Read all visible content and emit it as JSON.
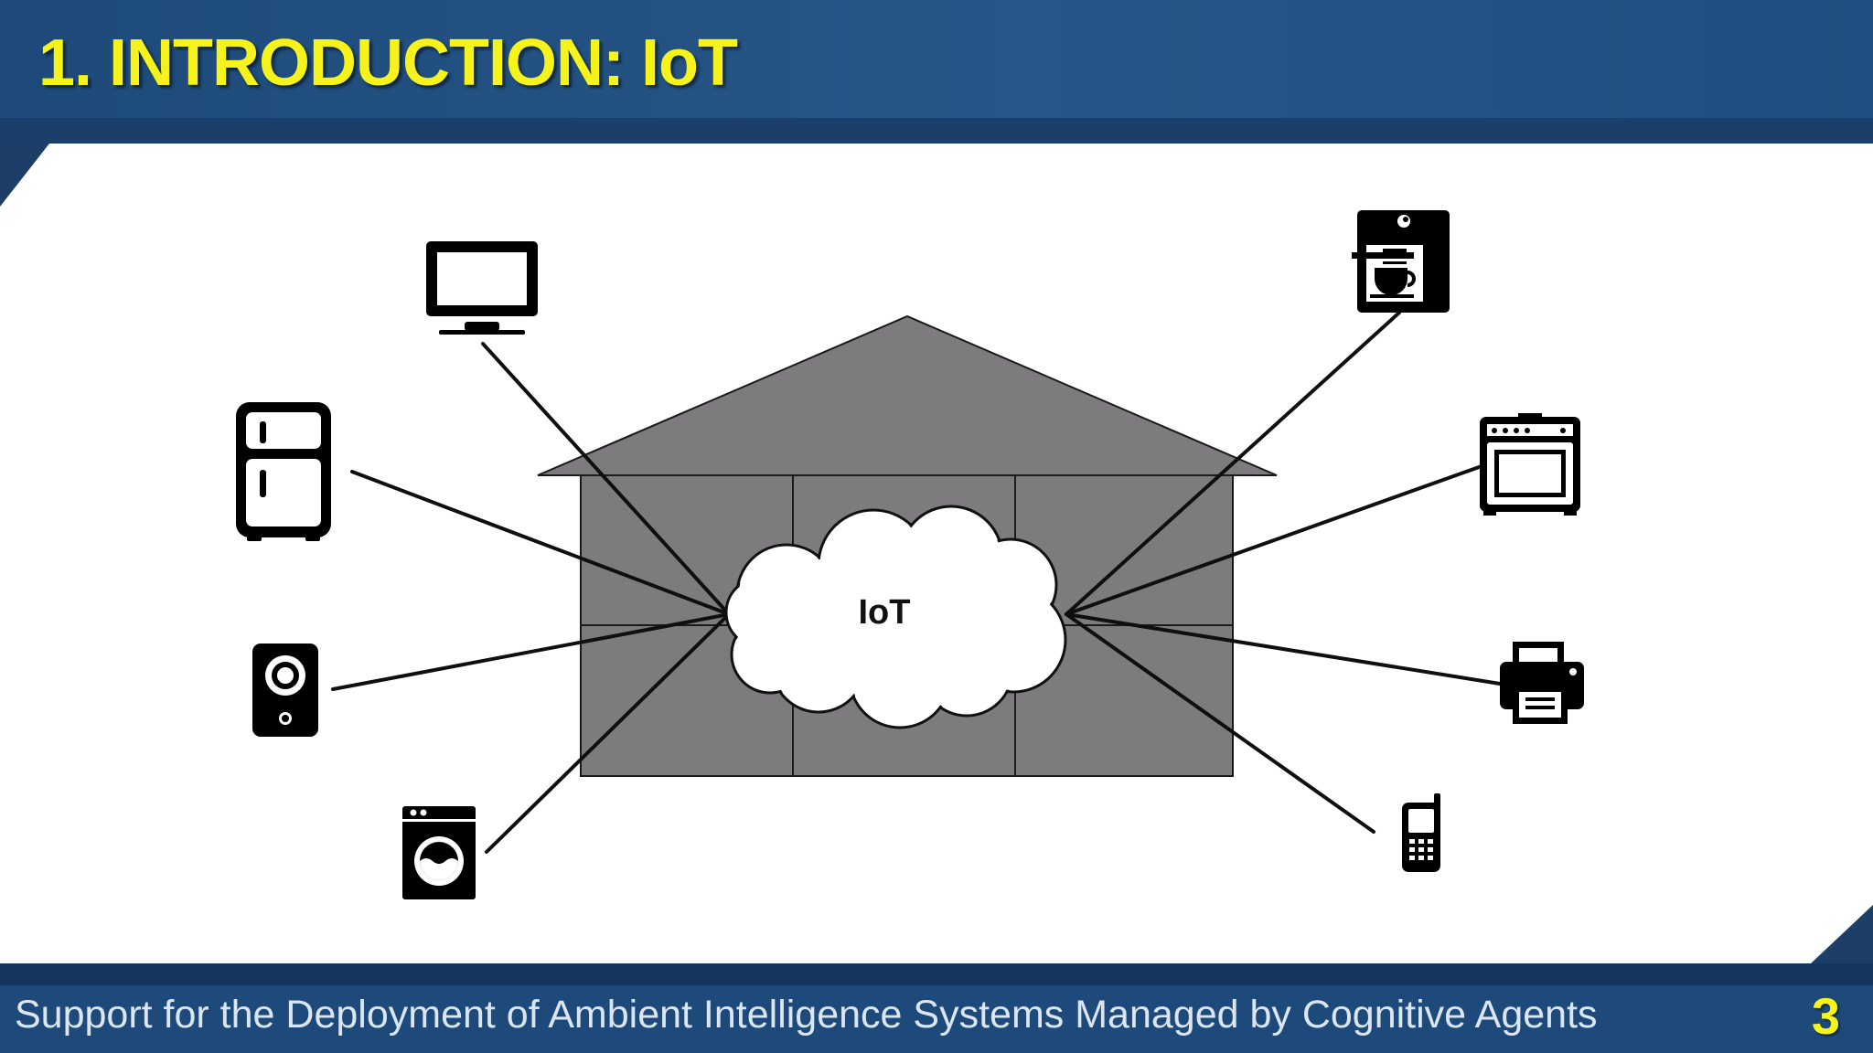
{
  "slide": {
    "title": "1. INTRODUCTION: IoT",
    "footer": "Support for the Deployment of Ambient Intelligence Systems Managed by Cognitive Agents",
    "page_number": "3"
  },
  "diagram": {
    "center_label": "IoT",
    "house_fill": "#7d7b7d",
    "title_color": "#f6f21c",
    "bar_color": "#1d4a7a",
    "devices_left": [
      "television-icon",
      "refrigerator-icon",
      "speaker-icon",
      "washing-machine-icon"
    ],
    "devices_right": [
      "coffee-machine-icon",
      "oven-icon",
      "printer-icon",
      "mobile-phone-icon"
    ]
  }
}
